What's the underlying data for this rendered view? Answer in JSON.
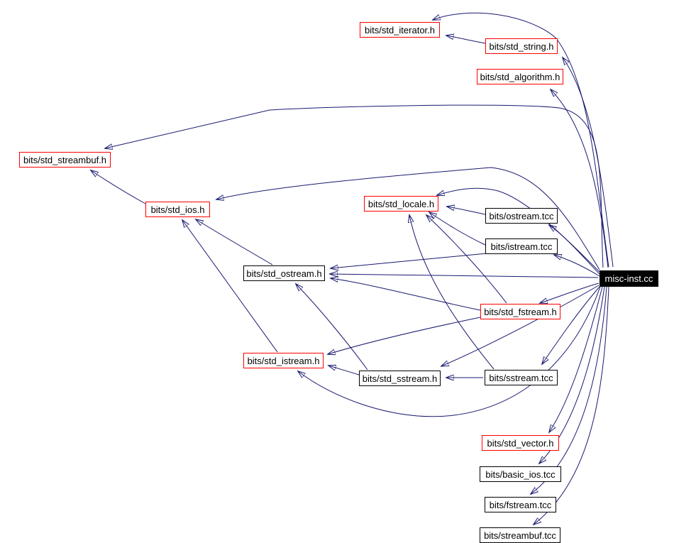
{
  "diagram_type": "include-dependency-graph",
  "colors": {
    "background": "#ffffff",
    "edge": "#191970",
    "linked_node_border": "#ff0000",
    "plain_node_border": "#000000",
    "focus_node_background": "#000000",
    "focus_node_text": "#ffffff"
  },
  "nodes": [
    {
      "id": "std_iterator",
      "label": "bits/std_iterator.h",
      "style": "red",
      "linked": true
    },
    {
      "id": "std_string",
      "label": "bits/std_string.h",
      "style": "red",
      "linked": true
    },
    {
      "id": "std_algorithm",
      "label": "bits/std_algorithm.h",
      "style": "red",
      "linked": true
    },
    {
      "id": "std_streambuf",
      "label": "bits/std_streambuf.h",
      "style": "red",
      "linked": true
    },
    {
      "id": "std_ios",
      "label": "bits/std_ios.h",
      "style": "red",
      "linked": true
    },
    {
      "id": "std_locale",
      "label": "bits/std_locale.h",
      "style": "red",
      "linked": true
    },
    {
      "id": "ostream_tcc",
      "label": "bits/ostream.tcc",
      "style": "plain",
      "linked": false
    },
    {
      "id": "istream_tcc",
      "label": "bits/istream.tcc",
      "style": "plain",
      "linked": false
    },
    {
      "id": "std_ostream",
      "label": "bits/std_ostream.h",
      "style": "plain",
      "linked": false
    },
    {
      "id": "misc_inst",
      "label": "misc-inst.cc",
      "style": "focus",
      "linked": false
    },
    {
      "id": "std_fstream",
      "label": "bits/std_fstream.h",
      "style": "red",
      "linked": true
    },
    {
      "id": "std_istream",
      "label": "bits/std_istream.h",
      "style": "red",
      "linked": true
    },
    {
      "id": "std_sstream",
      "label": "bits/std_sstream.h",
      "style": "plain",
      "linked": false
    },
    {
      "id": "sstream_tcc",
      "label": "bits/sstream.tcc",
      "style": "plain",
      "linked": false
    },
    {
      "id": "std_vector",
      "label": "bits/std_vector.h",
      "style": "red",
      "linked": true
    },
    {
      "id": "basic_ios_tcc",
      "label": "bits/basic_ios.tcc",
      "style": "plain",
      "linked": false
    },
    {
      "id": "fstream_tcc",
      "label": "bits/fstream.tcc",
      "style": "plain",
      "linked": false
    },
    {
      "id": "streambuf_tcc",
      "label": "bits/streambuf.tcc",
      "style": "plain",
      "linked": false
    }
  ],
  "edges": [
    {
      "from": "misc_inst",
      "to": "std_iterator"
    },
    {
      "from": "misc_inst",
      "to": "std_string"
    },
    {
      "from": "misc_inst",
      "to": "std_algorithm"
    },
    {
      "from": "misc_inst",
      "to": "std_streambuf"
    },
    {
      "from": "misc_inst",
      "to": "std_ios"
    },
    {
      "from": "misc_inst",
      "to": "std_locale"
    },
    {
      "from": "misc_inst",
      "to": "ostream_tcc"
    },
    {
      "from": "misc_inst",
      "to": "istream_tcc"
    },
    {
      "from": "misc_inst",
      "to": "std_ostream"
    },
    {
      "from": "misc_inst",
      "to": "std_fstream"
    },
    {
      "from": "misc_inst",
      "to": "std_sstream"
    },
    {
      "from": "misc_inst",
      "to": "sstream_tcc"
    },
    {
      "from": "misc_inst",
      "to": "std_istream"
    },
    {
      "from": "misc_inst",
      "to": "std_vector"
    },
    {
      "from": "misc_inst",
      "to": "basic_ios_tcc"
    },
    {
      "from": "misc_inst",
      "to": "fstream_tcc"
    },
    {
      "from": "misc_inst",
      "to": "streambuf_tcc"
    },
    {
      "from": "std_string",
      "to": "std_iterator"
    },
    {
      "from": "std_ios",
      "to": "std_streambuf"
    },
    {
      "from": "std_ostream",
      "to": "std_ios"
    },
    {
      "from": "std_istream",
      "to": "std_ios"
    },
    {
      "from": "ostream_tcc",
      "to": "std_locale"
    },
    {
      "from": "istream_tcc",
      "to": "std_locale"
    },
    {
      "from": "sstream_tcc",
      "to": "std_locale"
    },
    {
      "from": "std_fstream",
      "to": "std_locale"
    },
    {
      "from": "std_fstream",
      "to": "std_ostream"
    },
    {
      "from": "std_fstream",
      "to": "std_istream"
    },
    {
      "from": "istream_tcc",
      "to": "std_ostream"
    },
    {
      "from": "std_sstream",
      "to": "std_ostream"
    },
    {
      "from": "std_sstream",
      "to": "std_istream"
    },
    {
      "from": "sstream_tcc",
      "to": "std_sstream"
    }
  ]
}
